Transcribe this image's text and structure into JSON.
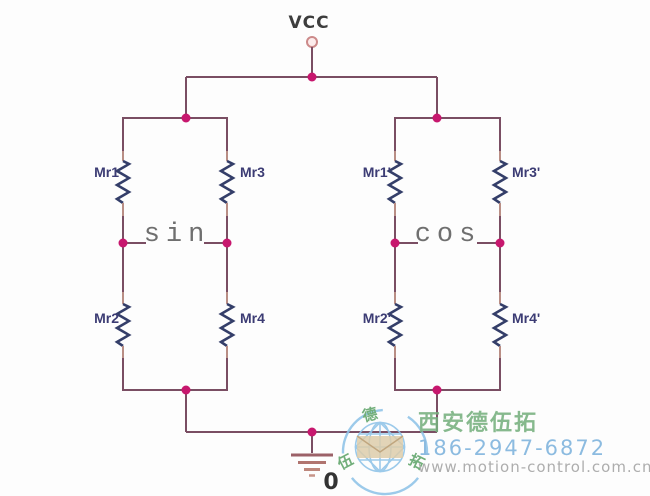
{
  "diagram": {
    "type": "circuit-schematic",
    "description": "Two Wheatstone bridges of magnetoresistors producing sin and cos outputs between VCC and ground",
    "power": {
      "vcc_label": "VCC",
      "ground_label": "0"
    },
    "bridges": [
      {
        "id": "sin",
        "output_label": "sin",
        "resistors": {
          "top_left": "Mr1",
          "top_right": "Mr3",
          "bottom_left": "Mr2",
          "bottom_right": "Mr4"
        }
      },
      {
        "id": "cos",
        "output_label": "cos",
        "resistors": {
          "top_left": "Mr1'",
          "top_right": "Mr3'",
          "bottom_left": "Mr2'",
          "bottom_right": "Mr4'"
        }
      }
    ],
    "colors": {
      "wire": "#7a4e63",
      "resistor_lead": "#b98e85",
      "resistor_zigzag": "#343e69",
      "junction_dot": "#c7176e",
      "resistor_label_text": "#3c3c74",
      "output_label_text": "#6f6f6f"
    }
  },
  "watermark": {
    "company": "西安德伍拓",
    "phone": "186-2947-6872",
    "website": "www.motion-control.com.cn",
    "logo_characters": [
      "德",
      "伍",
      "拓"
    ],
    "colors": {
      "company_text": "#76b07e",
      "phone_text": "#7db3dd",
      "website_text": "#a3a3a3",
      "logo_ring": "#8fc3e8",
      "envelope": "#d9c7a0"
    }
  }
}
